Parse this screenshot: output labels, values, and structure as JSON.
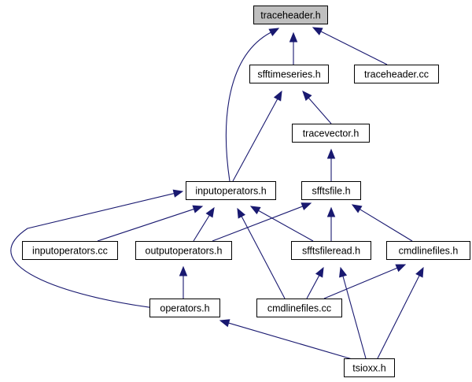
{
  "graph": {
    "nodes": [
      {
        "id": "traceheader_h",
        "label": "traceheader.h",
        "root": true
      },
      {
        "id": "sfftimeseries_h",
        "label": "sfftimeseries.h"
      },
      {
        "id": "traceheader_cc",
        "label": "traceheader.cc"
      },
      {
        "id": "tracevector_h",
        "label": "tracevector.h"
      },
      {
        "id": "inputoperators_h",
        "label": "inputoperators.h"
      },
      {
        "id": "sfftsfile_h",
        "label": "sfftsfile.h"
      },
      {
        "id": "inputoperators_cc",
        "label": "inputoperators.cc"
      },
      {
        "id": "outputoperators_h",
        "label": "outputoperators.h"
      },
      {
        "id": "sfftsfileread_h",
        "label": "sfftsfileread.h"
      },
      {
        "id": "cmdlinefiles_h",
        "label": "cmdlinefiles.h"
      },
      {
        "id": "operators_h",
        "label": "operators.h"
      },
      {
        "id": "cmdlinefiles_cc",
        "label": "cmdlinefiles.cc"
      },
      {
        "id": "tsioxx_h",
        "label": "tsioxx.h"
      }
    ],
    "edges": [
      {
        "from": "sfftimeseries_h",
        "to": "traceheader_h"
      },
      {
        "from": "traceheader_cc",
        "to": "traceheader_h"
      },
      {
        "from": "inputoperators_h",
        "to": "traceheader_h"
      },
      {
        "from": "tracevector_h",
        "to": "sfftimeseries_h"
      },
      {
        "from": "inputoperators_h",
        "to": "sfftimeseries_h"
      },
      {
        "from": "sfftsfile_h",
        "to": "tracevector_h"
      },
      {
        "from": "inputoperators_cc",
        "to": "inputoperators_h"
      },
      {
        "from": "outputoperators_h",
        "to": "inputoperators_h"
      },
      {
        "from": "sfftsfileread_h",
        "to": "inputoperators_h"
      },
      {
        "from": "cmdlinefiles_cc",
        "to": "inputoperators_h"
      },
      {
        "from": "operators_h",
        "to": "inputoperators_h"
      },
      {
        "from": "outputoperators_h",
        "to": "sfftsfile_h"
      },
      {
        "from": "sfftsfileread_h",
        "to": "sfftsfile_h"
      },
      {
        "from": "cmdlinefiles_h",
        "to": "sfftsfile_h"
      },
      {
        "from": "operators_h",
        "to": "outputoperators_h"
      },
      {
        "from": "cmdlinefiles_cc",
        "to": "sfftsfileread_h"
      },
      {
        "from": "tsioxx_h",
        "to": "sfftsfileread_h"
      },
      {
        "from": "cmdlinefiles_cc",
        "to": "cmdlinefiles_h"
      },
      {
        "from": "tsioxx_h",
        "to": "cmdlinefiles_h"
      },
      {
        "from": "tsioxx_h",
        "to": "operators_h"
      }
    ]
  },
  "colors": {
    "edge": "#191970",
    "node_border": "#000000",
    "node_fill": "#ffffff",
    "root_fill": "#bfbfbf"
  }
}
